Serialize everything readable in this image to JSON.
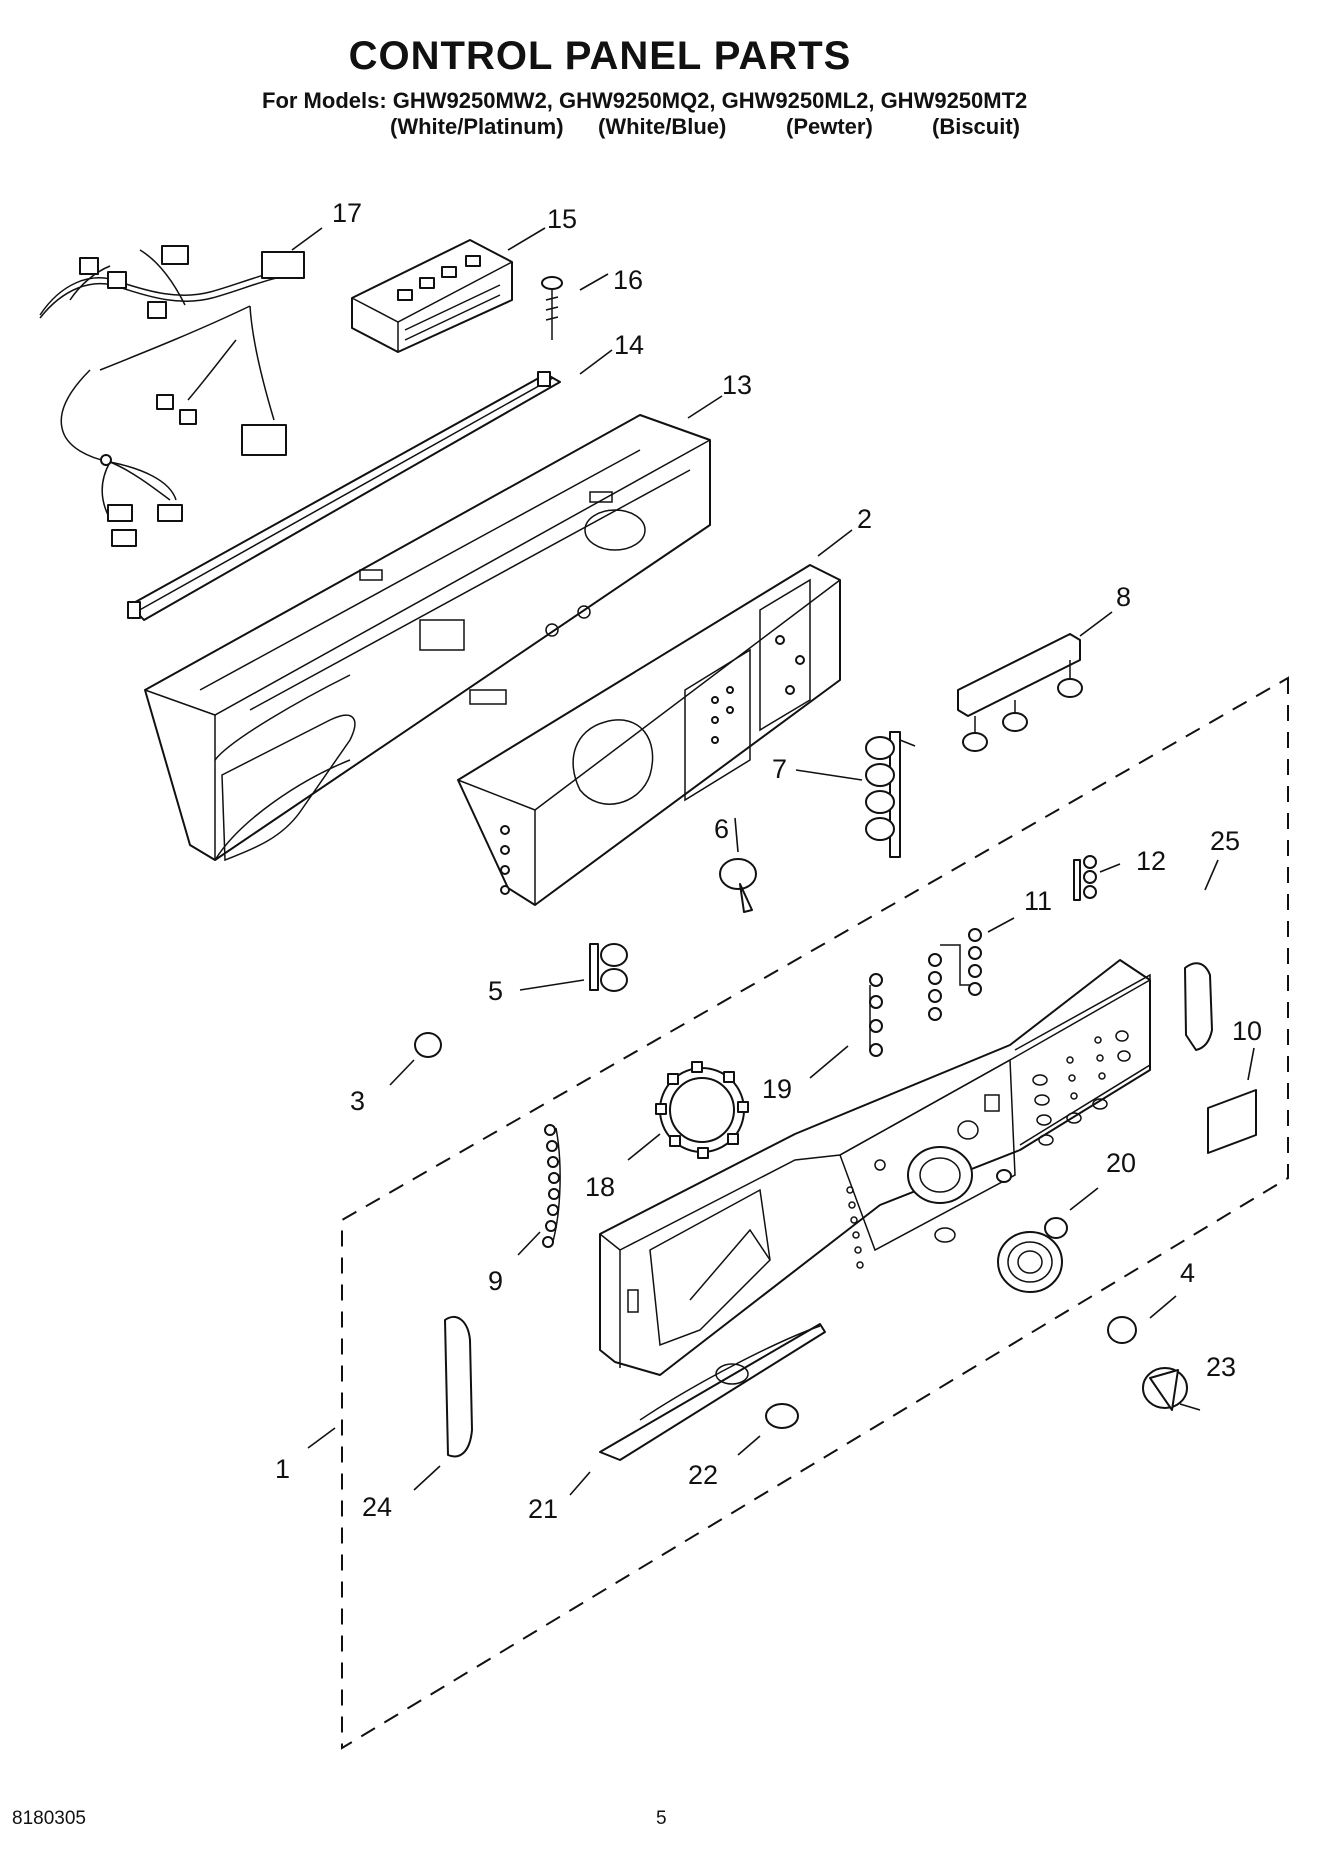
{
  "header": {
    "title": "CONTROL PANEL PARTS",
    "models_line": "For Models: GHW9250MW2, GHW9250MQ2, GHW9250ML2, GHW9250MT2",
    "finishes": [
      "(White/Platinum)",
      "(White/Blue)",
      "(Pewter)",
      "(Biscuit)"
    ]
  },
  "callouts": [
    "1",
    "2",
    "3",
    "4",
    "5",
    "6",
    "7",
    "8",
    "9",
    "10",
    "11",
    "12",
    "13",
    "14",
    "15",
    "16",
    "17",
    "18",
    "19",
    "20",
    "21",
    "22",
    "23",
    "24",
    "25"
  ],
  "footer": {
    "document_number": "8180305",
    "page_number": "5"
  }
}
